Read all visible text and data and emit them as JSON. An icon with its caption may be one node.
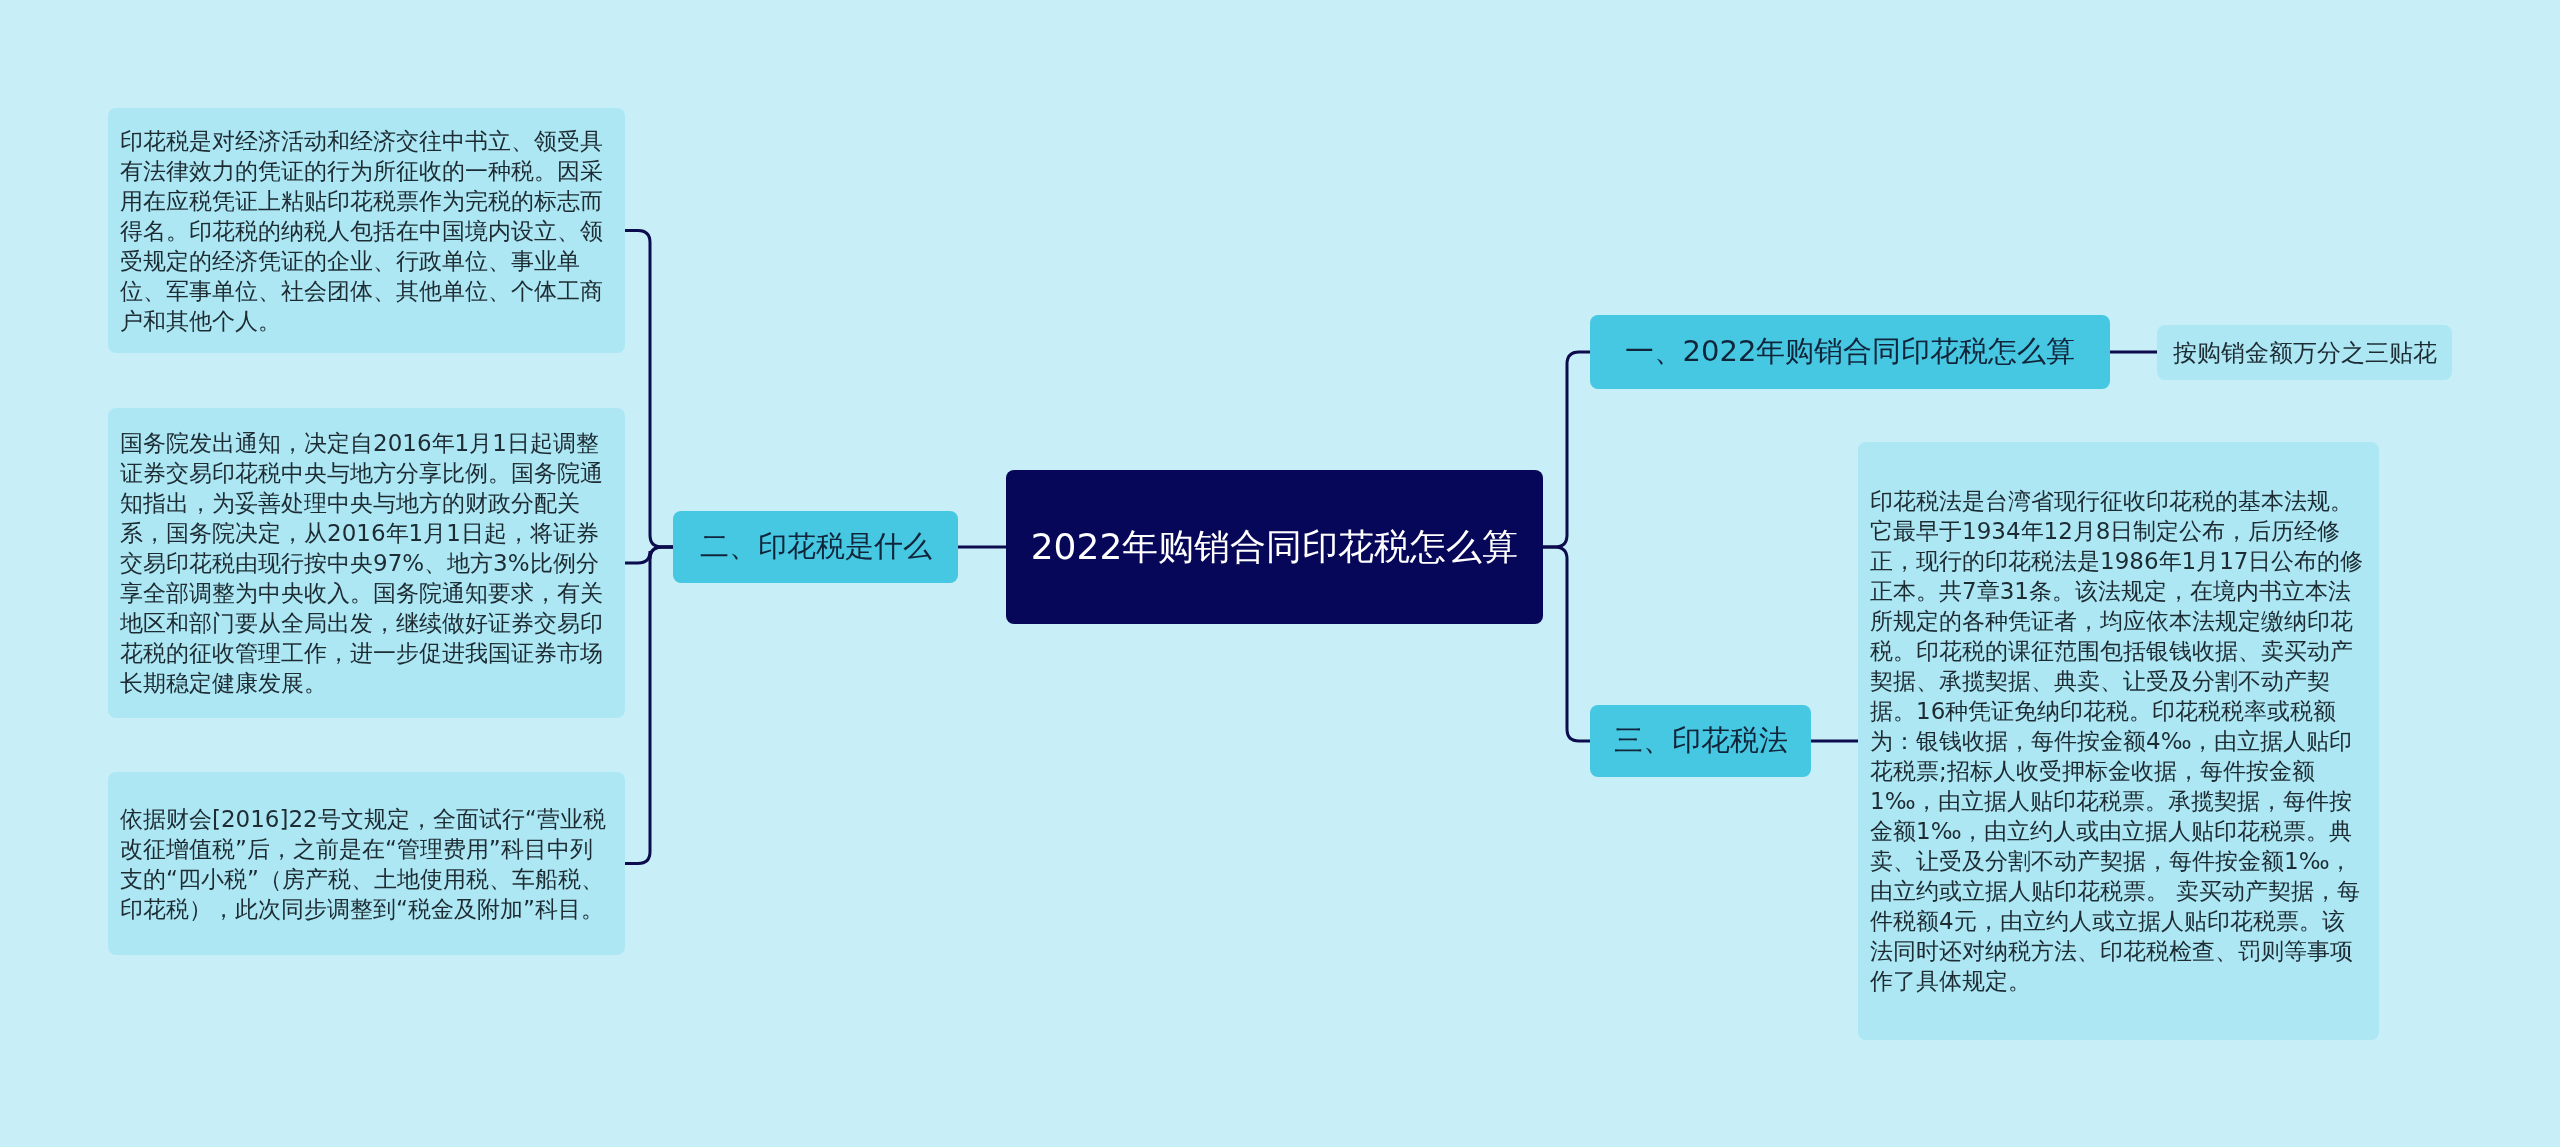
{
  "diagram": {
    "nodes": [
      {
        "text": [
          "2022年购销合同印花税怎么算"
        ]
      },
      {
        "text": [
          "一、2022年购销合同印花税怎么算"
        ]
      },
      {
        "text": [
          "按购销金额万分之三贴花"
        ]
      },
      {
        "text": [
          "二、印花税是什么"
        ]
      },
      {
        "text": [
          "印花税是对经济活动和经济交往中书立、领受具有法律效力的凭证的行为所征收的一种税。因采用在应税凭证上粘贴印花税票作为完税的标志而得名。印花税的纳税人包括在中国境内设立、领受规定的经济凭证的企业、行政单位、事业单位、军事单位、社会团体、其他单位、个体工商户和其他个人。"
        ]
      },
      {
        "text": [
          "国务院发出通知，决定自2016年1月1日起调整证券交易印花税中央与地方分享比例。国务院通知指出，为妥善处理中央与地方的财政分配关系，国务院决定，从2016年1月1日起，将证券交易印花税由现行按中央97%、地方3%比例分享全部调整为中央收入。国务院通知要求，有关地区和部门要从全局出发，继续做好证券交易印花税的征收管理工作，进一步促进我国证券市场长期稳定健康发展。"
        ]
      },
      {
        "text": [
          "依据财会[2016]22号文规定，全面试行“营业税改征增值税”后，之前是在“管理费用”科目中列支的“四小税”（房产税、土地使用税、车船税、印花税），此次同步调整到“税金及附加”科目。"
        ]
      },
      {
        "text": [
          "三、印花税法"
        ]
      },
      {
        "text": [
          "印花税法是台湾省现行征收印花税的基本法规。它最早于1934年12月8日制定公布，后历经修正，现行的印花税法是1986年1月17日公布的修正本。共7章31条。该法规定，在境内书立本法所规定的各种凭证者，均应依本法规定缴纳印花税。印花税的课征范围包括银钱收据、卖买动产契据、承揽契据、典卖、让受及分割不动产契据。16种凭证免纳印花税。印花税税率或税额为：银钱收据，每件按金额4‰，由立据人贴印花税票;招标人收受押标金收据，每件按金额1‰，由立据人贴印花税票。承揽契据，每件按金额1‰，由立约人或由立据人贴印花税票。典卖、让受及分割不动产契据，每件按金额1‰，由立约或立据人贴印花税票。 卖买动产契据，每件税额4元，由立约人或立据人贴印花税票。该法同时还对纳税方法、印花税检查、罚则等事项作了具体规定。"
        ]
      }
    ],
    "edges": [
      {
        "from": 0,
        "to": 1,
        "arrow": "none"
      },
      {
        "from": 1,
        "to": 2,
        "arrow": "none"
      },
      {
        "from": 0,
        "to": 3,
        "arrow": "none"
      },
      {
        "from": 3,
        "to": 4,
        "arrow": "none"
      },
      {
        "from": 3,
        "to": 5,
        "arrow": "none"
      },
      {
        "from": 3,
        "to": 6,
        "arrow": "none"
      },
      {
        "from": 0,
        "to": 7,
        "arrow": "none"
      },
      {
        "from": 7,
        "to": 8,
        "arrow": "none"
      }
    ]
  }
}
